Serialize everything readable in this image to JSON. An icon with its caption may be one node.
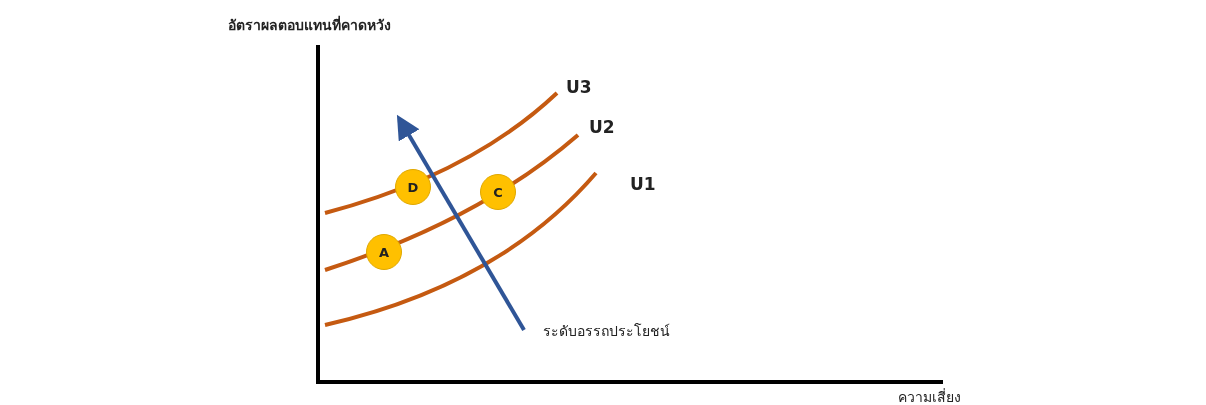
{
  "diagram": {
    "nodes": [
      {
        "text": [
          "D"
        ]
      },
      {
        "text": [
          "C"
        ]
      },
      {
        "text": [
          "A"
        ]
      }
    ],
    "labels": [
      "อัตราผลตอบแทนที่คาดหวัง",
      "U3",
      "U2",
      "U1",
      "ระดับอรรถประโยชน์",
      "ความเสี่ยง"
    ]
  }
}
